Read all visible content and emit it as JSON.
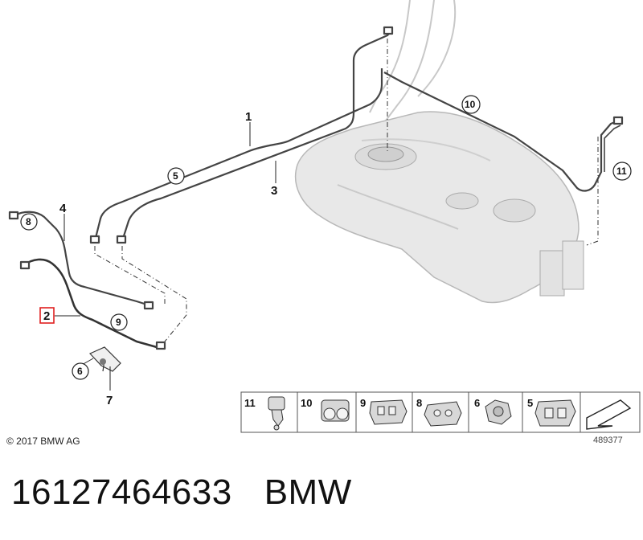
{
  "diagram": {
    "callouts": {
      "c1": "1",
      "c2": "2",
      "c3": "3",
      "c4": "4",
      "c5": "5",
      "c6": "6",
      "c7": "7",
      "c8": "8",
      "c9": "9",
      "c10": "10",
      "c11": "11"
    },
    "highlight_callout": "2",
    "legend": [
      {
        "num": "11"
      },
      {
        "num": "10"
      },
      {
        "num": "9"
      },
      {
        "num": "8"
      },
      {
        "num": "6"
      },
      {
        "num": "5"
      }
    ]
  },
  "copyright": "© 2017 BMW AG",
  "doc_number": "489377",
  "part_number": "16127464633",
  "brand": "BMW",
  "colors": {
    "line": "#444444",
    "tank": "#e6e6e6",
    "highlight": "#e02020"
  }
}
